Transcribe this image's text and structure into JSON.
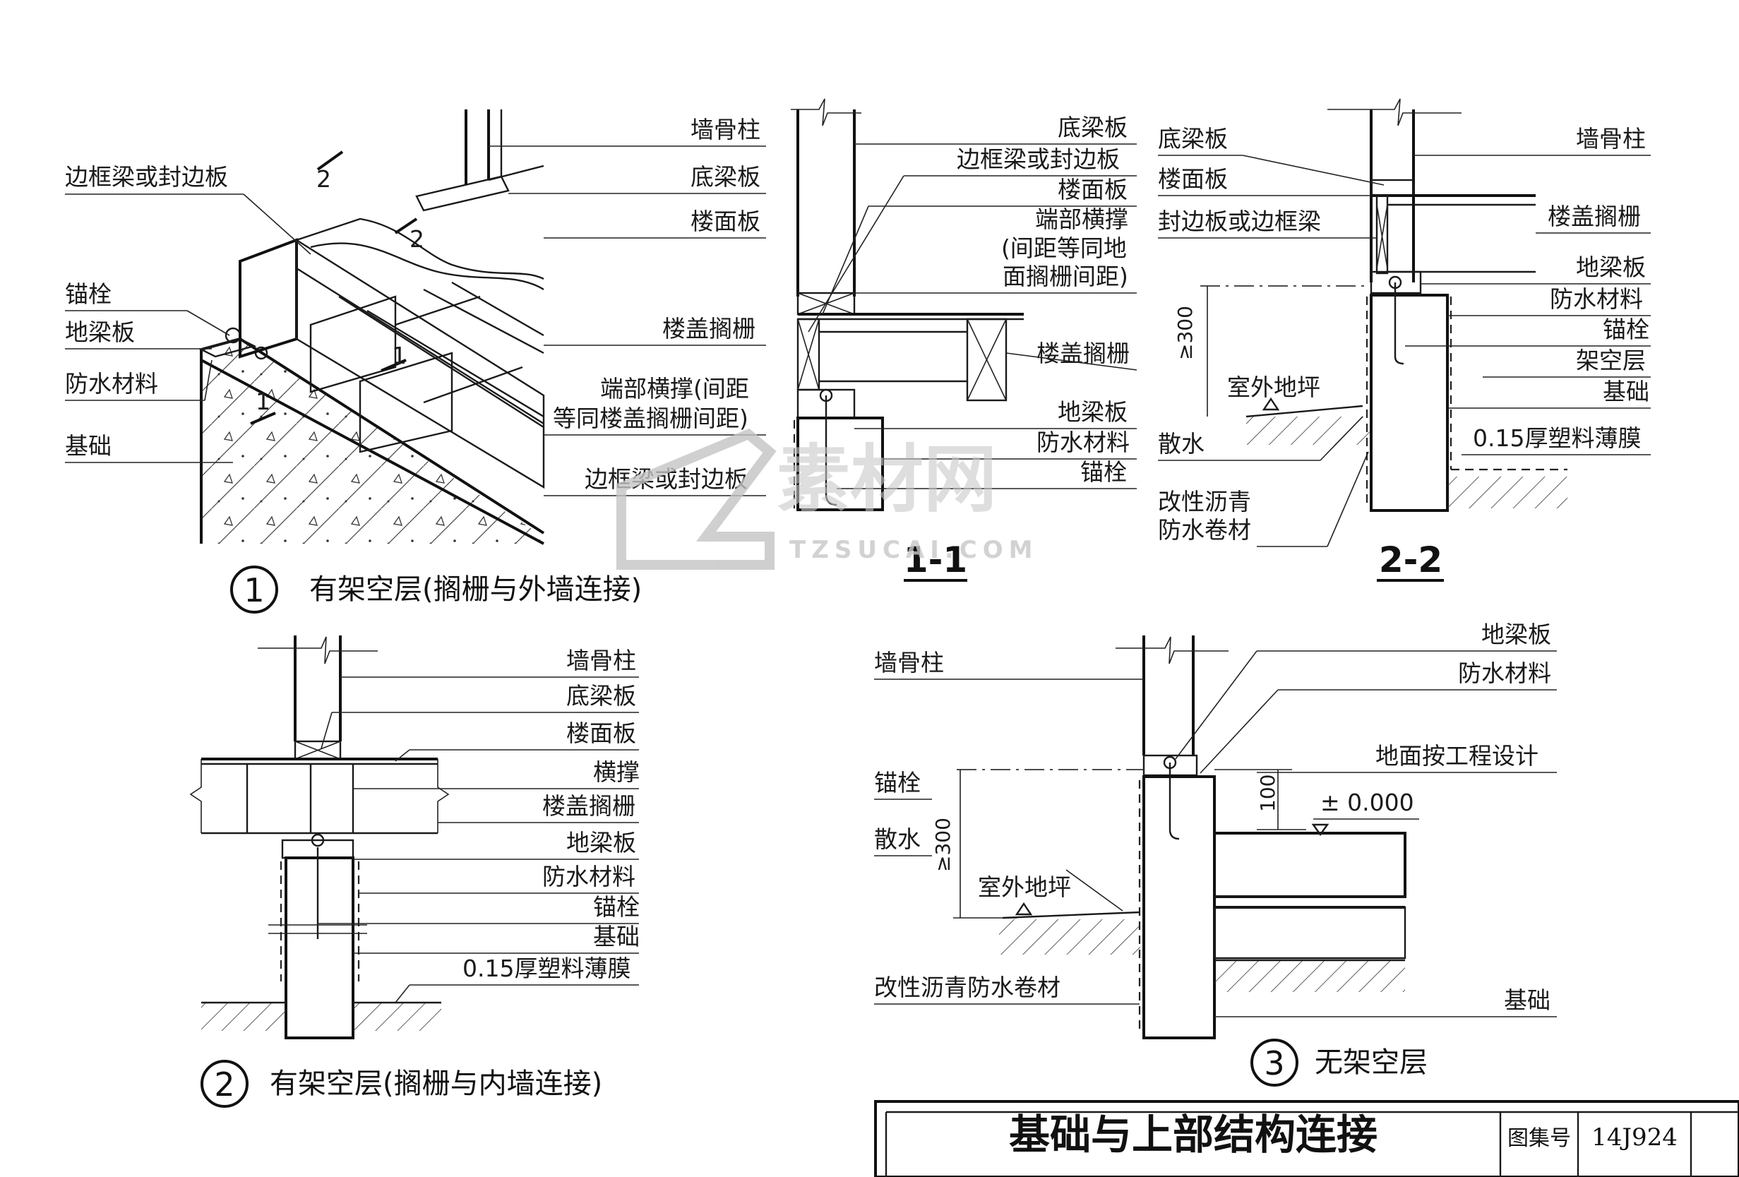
{
  "detail1": {
    "number": "1",
    "caption": "有架空层(搁栅与外墙连接)",
    "labels_left": [
      "边框梁或封边板",
      "锚栓",
      "地梁板",
      "防水材料",
      "基础"
    ],
    "labels_right": [
      "墙骨柱",
      "底梁板",
      "楼面板",
      "楼盖搁栅",
      "端部横撑(间距",
      "等同楼盖搁栅间距)",
      "边框梁或封边板"
    ],
    "section_marks": [
      "2",
      "2",
      "1",
      "1"
    ]
  },
  "section11": {
    "title": "1-1",
    "labels": [
      "底梁板",
      "边框梁或封边板",
      "楼面板",
      "端部横撑",
      "(间距等同地",
      "面搁栅间距)",
      "楼盖搁栅",
      "地梁板",
      "防水材料",
      "锚栓"
    ]
  },
  "section22": {
    "title": "2-2",
    "labels_left": [
      "底梁板",
      "楼面板",
      "封边板或边框梁",
      "室外地坪",
      "散水",
      "改性沥青",
      "防水卷材"
    ],
    "labels_right": [
      "墙骨柱",
      "楼盖搁栅",
      "地梁板",
      "防水材料",
      "锚栓",
      "架空层",
      "基础",
      "0.15厚塑料薄膜"
    ],
    "dimension": "≥300"
  },
  "detail2": {
    "number": "2",
    "caption": "有架空层(搁栅与内墙连接)",
    "labels": [
      "墙骨柱",
      "底梁板",
      "楼面板",
      "横撑",
      "楼盖搁栅",
      "地梁板",
      "防水材料",
      "锚栓",
      "基础",
      "0.15厚塑料薄膜"
    ]
  },
  "detail3": {
    "number": "3",
    "caption": "无架空层",
    "labels_left": [
      "墙骨柱",
      "锚栓",
      "散水",
      "室外地坪",
      "改性沥青防水卷材"
    ],
    "labels_right": [
      "地梁板",
      "防水材料",
      "地面按工程设计",
      "±  0.000",
      "基础"
    ],
    "dim_300": "≥300",
    "dim_100": "100"
  },
  "title_block": {
    "title": "基础与上部结构连接",
    "atlas_label": "图集号",
    "atlas_code": "14J924"
  },
  "watermark": {
    "text": "素材网",
    "url": "TZSUCAI.COM"
  }
}
